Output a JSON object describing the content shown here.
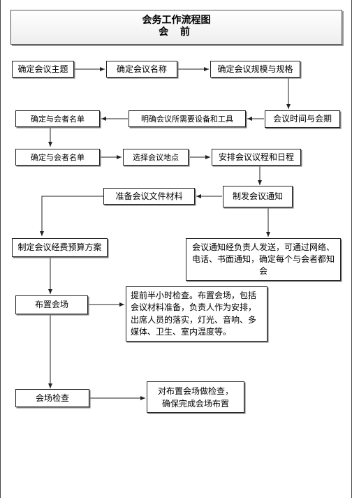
{
  "title": {
    "main": "会务工作流程图",
    "phase": "会 前"
  },
  "nodes": {
    "confirm_theme": "确定会议主题",
    "confirm_name": "确定会议名称",
    "confirm_scale": "确定会议规模与规格",
    "confirm_time": "会议时间与会期",
    "confirm_equipment": "明确会议所需要设备和工具",
    "confirm_attendees_1": "确定与会者名单",
    "confirm_attendees_2": "确定与会者名单",
    "select_venue": "选择会议地点",
    "arrange_agenda": "安排会议议程和日程",
    "send_notice": "制发会议通知",
    "prepare_materials": "准备会议文件材料",
    "notice_note": "会议通知经负责人发送，可通过网络、电话、书面通知，确定每个与会者都知会",
    "budget_plan": "制定会议经费预算方案",
    "arrange_venue": "布置会场",
    "arrange_note": "提前半小时检查。布置会场，包括会议材料准备，负责人作为安排，出席人员的落实，灯光、音响、多媒体、卫生、室内温度等。",
    "venue_check": "会场检查",
    "check_note": "对布置会场做检查，确保完成会场布置"
  }
}
